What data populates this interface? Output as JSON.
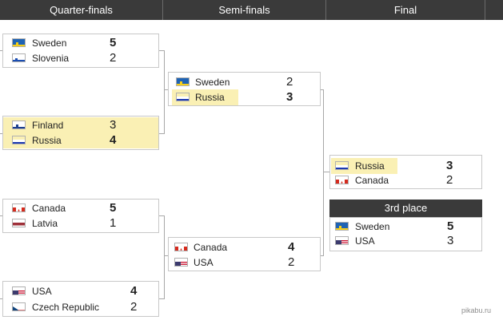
{
  "headers": {
    "quarter_finals": "Quarter-finals",
    "semi_finals": "Semi-finals",
    "final": "Final",
    "third_place": "3rd place"
  },
  "quarter_finals": [
    {
      "teams": [
        {
          "name": "Sweden",
          "flag": "sweden-flag-icon",
          "score": "5"
        },
        {
          "name": "Slovenia",
          "flag": "slovenia-flag-icon",
          "score": "2"
        }
      ]
    },
    {
      "teams": [
        {
          "name": "Finland",
          "flag": "finland-flag-icon",
          "score": "3"
        },
        {
          "name": "Russia",
          "flag": "russia-flag-icon",
          "score": "4"
        }
      ]
    },
    {
      "teams": [
        {
          "name": "Canada",
          "flag": "canada-flag-icon",
          "score": "5"
        },
        {
          "name": "Latvia",
          "flag": "latvia-flag-icon",
          "score": "1"
        }
      ]
    },
    {
      "teams": [
        {
          "name": "USA",
          "flag": "usa-flag-icon",
          "score": "4"
        },
        {
          "name": "Czech Republic",
          "flag": "czech-flag-icon",
          "score": "2"
        }
      ]
    }
  ],
  "semi_finals": [
    {
      "teams": [
        {
          "name": "Sweden",
          "flag": "sweden-flag-icon",
          "score": "2"
        },
        {
          "name": "Russia",
          "flag": "russia-flag-icon",
          "score": "3"
        }
      ]
    },
    {
      "teams": [
        {
          "name": "Canada",
          "flag": "canada-flag-icon",
          "score": "4"
        },
        {
          "name": "USA",
          "flag": "usa-flag-icon",
          "score": "2"
        }
      ]
    }
  ],
  "final": {
    "teams": [
      {
        "name": "Russia",
        "flag": "russia-flag-icon",
        "score": "3"
      },
      {
        "name": "Canada",
        "flag": "canada-flag-icon",
        "score": "2"
      }
    ]
  },
  "third_place": {
    "teams": [
      {
        "name": "Sweden",
        "flag": "sweden-flag-icon",
        "score": "5"
      },
      {
        "name": "USA",
        "flag": "usa-flag-icon",
        "score": "3"
      }
    ]
  },
  "watermark": "pikabu.ru",
  "colors": {
    "header_bg": "#3a3a3a",
    "highlight": "#faf0b4",
    "border": "#c8c8c8"
  }
}
